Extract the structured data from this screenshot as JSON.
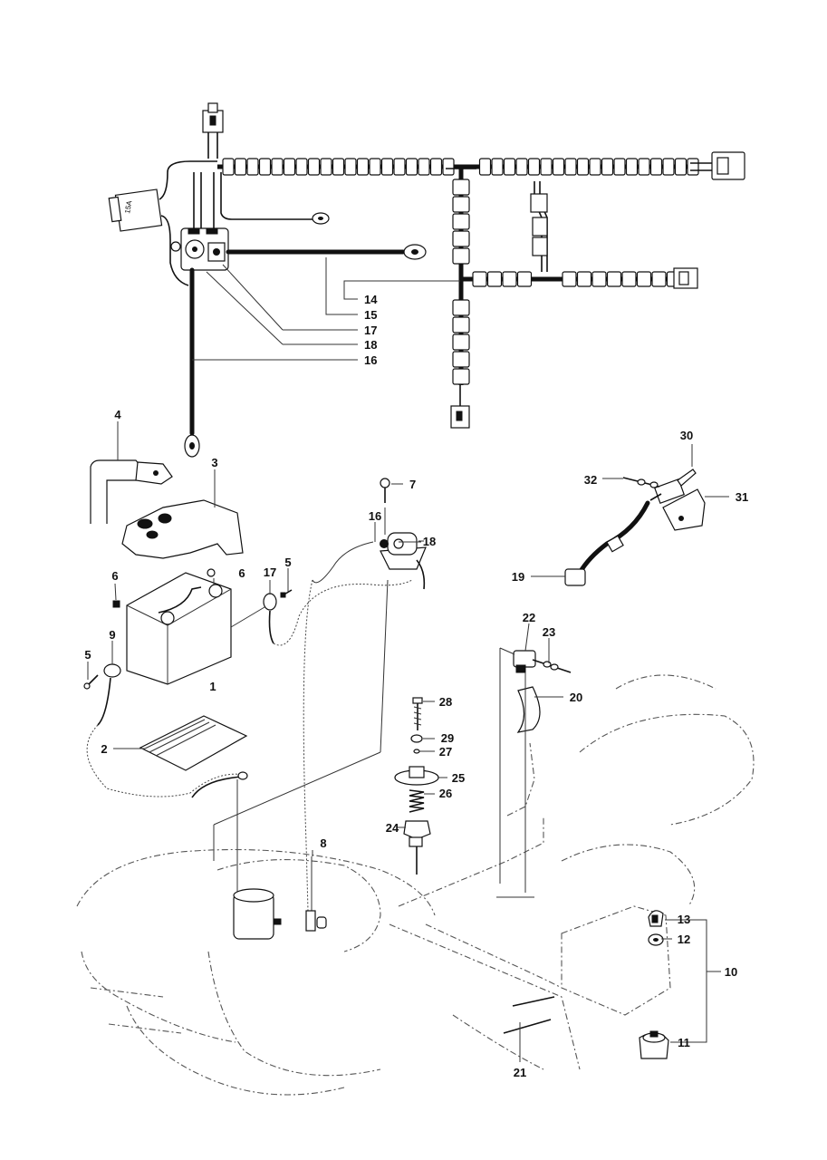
{
  "callouts": {
    "c1": "1",
    "c2": "2",
    "c3": "3",
    "c4": "4",
    "c5a": "5",
    "c5b": "5",
    "c6a": "6",
    "c6b": "6",
    "c7": "7",
    "c8": "8",
    "c9": "9",
    "c10": "10",
    "c11": "11",
    "c12": "12",
    "c13": "13",
    "c14": "14",
    "c15": "15",
    "c16a": "16",
    "c16b": "16",
    "c17a": "17",
    "c17b": "17",
    "c18a": "18",
    "c18b": "18",
    "c19": "19",
    "c20": "20",
    "c21": "21",
    "c22": "22",
    "c23": "23",
    "c24": "24",
    "c25": "25",
    "c26": "26",
    "c27": "27",
    "c28": "28",
    "c29": "29",
    "c30": "30",
    "c31": "31",
    "c32": "32"
  },
  "relay_text": "15A"
}
